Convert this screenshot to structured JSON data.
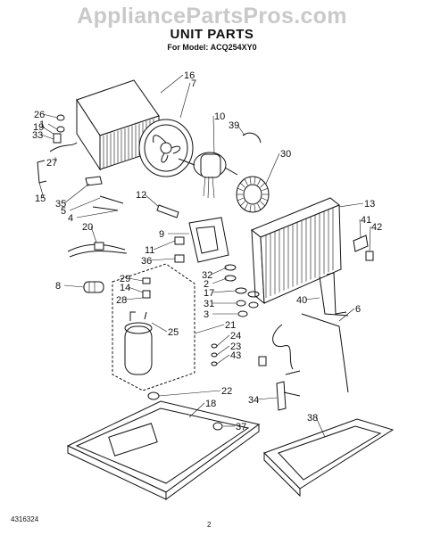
{
  "watermark": "AppliancePartsPros.com",
  "title": "UNIT PARTS",
  "model_line": "For Model: ACQ254XY0",
  "footer_code": "4316324",
  "page_number": "2",
  "labels": [
    {
      "id": "16",
      "text": "16"
    },
    {
      "id": "7",
      "text": "7"
    },
    {
      "id": "26",
      "text": "26"
    },
    {
      "id": "1",
      "text": "1"
    },
    {
      "id": "19",
      "text": "19"
    },
    {
      "id": "33",
      "text": "33"
    },
    {
      "id": "27",
      "text": "27"
    },
    {
      "id": "15",
      "text": "15"
    },
    {
      "id": "10",
      "text": "10"
    },
    {
      "id": "39",
      "text": "39"
    },
    {
      "id": "30",
      "text": "30"
    },
    {
      "id": "12",
      "text": "12"
    },
    {
      "id": "13",
      "text": "13"
    },
    {
      "id": "41",
      "text": "41"
    },
    {
      "id": "42",
      "text": "42"
    },
    {
      "id": "35",
      "text": "35"
    },
    {
      "id": "5",
      "text": "5"
    },
    {
      "id": "4",
      "text": "4"
    },
    {
      "id": "20",
      "text": "20"
    },
    {
      "id": "9",
      "text": "9"
    },
    {
      "id": "11",
      "text": "11"
    },
    {
      "id": "36",
      "text": "36"
    },
    {
      "id": "32",
      "text": "32"
    },
    {
      "id": "2",
      "text": "2"
    },
    {
      "id": "17",
      "text": "17"
    },
    {
      "id": "31",
      "text": "31"
    },
    {
      "id": "3",
      "text": "3"
    },
    {
      "id": "40",
      "text": "40"
    },
    {
      "id": "6",
      "text": "6"
    },
    {
      "id": "8",
      "text": "8"
    },
    {
      "id": "29",
      "text": "29"
    },
    {
      "id": "14",
      "text": "14"
    },
    {
      "id": "28",
      "text": "28"
    },
    {
      "id": "21",
      "text": "21"
    },
    {
      "id": "25",
      "text": "25"
    },
    {
      "id": "24",
      "text": "24"
    },
    {
      "id": "23",
      "text": "23"
    },
    {
      "id": "43",
      "text": "43"
    },
    {
      "id": "34",
      "text": "34"
    },
    {
      "id": "22",
      "text": "22"
    },
    {
      "id": "18",
      "text": "18"
    },
    {
      "id": "37",
      "text": "37"
    },
    {
      "id": "38",
      "text": "38"
    }
  ]
}
